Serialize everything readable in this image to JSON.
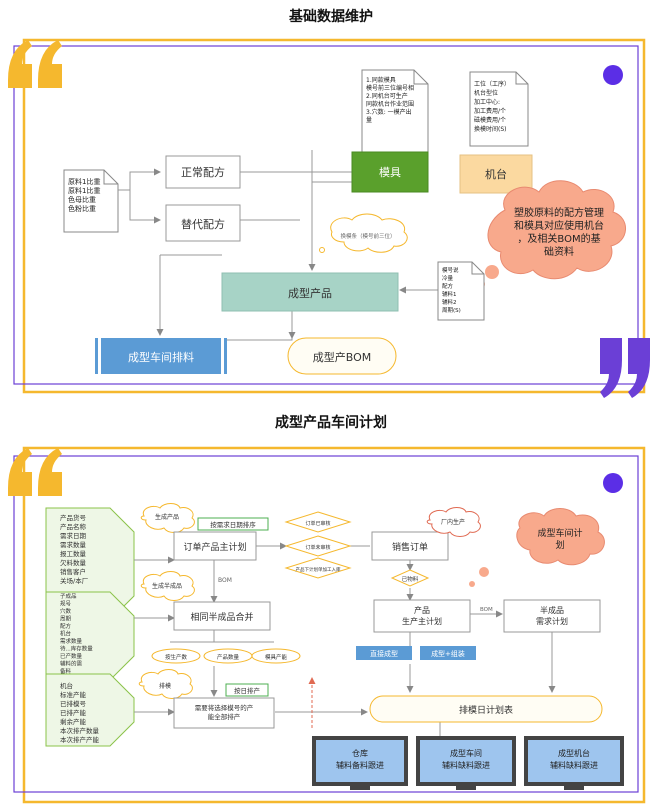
{
  "section1": {
    "title": "基础数据维护",
    "doc_left": [
      "原料1比重",
      "原料1比重",
      "色母比重",
      "色粉比重"
    ],
    "normal_recipe": "正常配方",
    "alt_recipe": "替代配方",
    "mold": "模具",
    "mold_doc": [
      "1.同款模具",
      "模号前三位编号相",
      "2.同机台可生产",
      "同款机台作业范围",
      "3.穴数:   一模产出",
      "量"
    ],
    "machine": "机台",
    "machine_doc": [
      "工位（工序）",
      "机台型位",
      "加工中心:",
      "加工费用/个",
      "磁模费用/个",
      "换模时间(S)"
    ],
    "cloud_main": "塑胶原料的配方管理和模具对应使用机台，及相关BOM的基础资料",
    "thought_small": "换模条（模号前三位）",
    "product": "成型产品",
    "product_doc": [
      "模号说",
      "冷量",
      "配方",
      "辅料1",
      "辅料2",
      "周期(S)"
    ],
    "workshop_schedule": "成型车间排料",
    "bom": "成型产BOM"
  },
  "section2": {
    "title": "成型产品车间计划",
    "doc1": [
      "产品货号",
      "产品名称",
      "需求日期",
      "需求数量",
      "报工数量",
      "欠料数量",
      "销售客户",
      "关场/本厂"
    ],
    "doc2": [
      "子成品",
      "规号",
      "穴数",
      "周期",
      "配方",
      "机台",
      "需求数量",
      "待...库存数量",
      "已产数量",
      "辅料的需",
      "备料"
    ],
    "doc3": [
      "机台",
      "标准产能",
      "已排模号",
      "已排产能",
      "剩余产能",
      "本次排产数量",
      "本次排产产能"
    ],
    "cloud_gen_product": "生成产品",
    "cloud_gen_semi": "生成半成品",
    "cloud_schedule": "排模",
    "sort_by_date": "按需求日期排序",
    "order_master": "订单产品主计划",
    "bom_label": "BOM",
    "semi_merge": "相同半成品合并",
    "ellipse1": "按生产数",
    "ellipse2": "产品数量",
    "ellipse3": "模具产能",
    "schedule_by_day": "按日排产",
    "select_mold": "需要将选择模号的产能全部排产",
    "diamond1": "订单已审核",
    "diamond2": "订单未审核",
    "diamond3": "产品下计划单加工入库",
    "sales_order": "销售订单",
    "cloud_factory": "厂内生产",
    "has_material": "已物料",
    "product_master": [
      "产品",
      "生产主计划"
    ],
    "bom_label2": "BOM",
    "semi_plan": [
      "半成品",
      "需求计划"
    ],
    "btn_direct": "直接成型",
    "btn_assembly": "成型+组装",
    "daily_plan": "排模日计划表",
    "monitor1": [
      "仓库",
      "辅料备料跟进"
    ],
    "monitor2": [
      "成型车间",
      "辅料缺料跟进"
    ],
    "monitor3": [
      "成型机台",
      "辅料缺料跟进"
    ],
    "cloud_side": [
      "成型车间计",
      "划"
    ]
  },
  "colors": {
    "accent_yellow": "#f5b82e",
    "frame_purple": "#6b3fd6",
    "dot_purple": "#5b2ee6",
    "mold_green": "#5aa02c",
    "machine_orange": "#fbd9a0",
    "product_teal": "#a7d3c6",
    "bar_blue": "#5b9bd5",
    "cloud_salmon": "#f8a98c",
    "monitor_blue": "#9ec5ee"
  }
}
